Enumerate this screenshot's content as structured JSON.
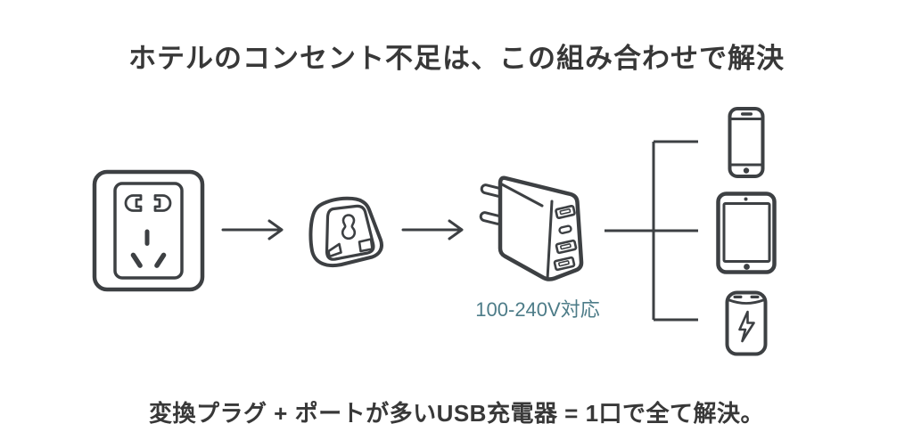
{
  "page": {
    "title": "ホテルのコンセント不足は、この組み合わせで解決",
    "caption": "変換プラグ + ポートが多いUSB充電器 = 1口で全て解決。"
  },
  "charger": {
    "voltage_label": "100-240V対応",
    "port_count": 4
  },
  "flow": {
    "steps": [
      "wall-outlet",
      "travel-adapter",
      "usb-charger"
    ],
    "devices": [
      "smartphone",
      "tablet",
      "power-bank"
    ]
  },
  "icons": [
    "wall-outlet-icon",
    "arrow-right-icon",
    "travel-adapter-icon",
    "usb-charger-icon",
    "connector-lines",
    "smartphone-icon",
    "tablet-icon",
    "power-bank-icon"
  ],
  "colors": {
    "line": "#3d4043",
    "text": "#383838",
    "accent": "#4d7c88",
    "background": "#ffffff"
  }
}
